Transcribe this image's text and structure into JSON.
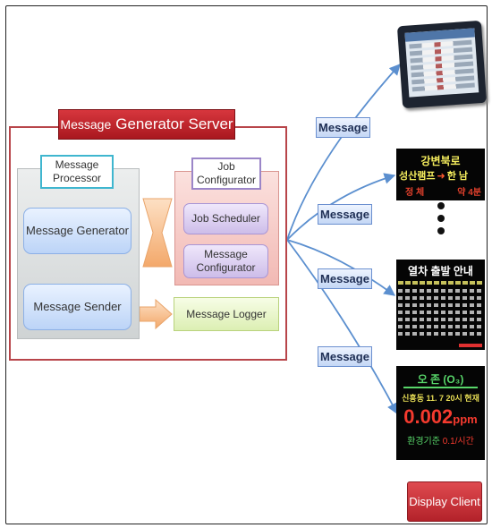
{
  "server": {
    "title_prefix": "Message",
    "title_main": "Generator Server",
    "message_processor": {
      "label": "Message Processor",
      "generator": "Message Generator",
      "sender": "Message Sender"
    },
    "job_configurator": {
      "label": "Job Configurator",
      "scheduler": "Job Scheduler",
      "configurator": "Message Configurator"
    },
    "logger": "Message Logger"
  },
  "message_labels": [
    "Message",
    "Message",
    "Message",
    "Message"
  ],
  "displays": {
    "bus_sign": {
      "line1": "강변북로",
      "line2_left": "성산램프",
      "arrow": "➜",
      "line2_right": "한 남",
      "line3_left": "정 체",
      "line3_right": "약 4분"
    },
    "train_board": {
      "title": "열차 출발 안내"
    },
    "air_quality": {
      "title": "오 존 (O₃)",
      "subtitle": "신흥동 11. 7 20시 현재",
      "value": "0.002",
      "unit": "ppm",
      "limit_label": "환경기준",
      "limit_value": "0.1/시간"
    }
  },
  "client_label": "Display Client",
  "colors": {
    "server_red": "#c1272d",
    "arrow_blue": "#5b8fcf",
    "processor_cyan": "#3fb6cf",
    "configurator_purple": "#9b86c8",
    "display_yellow": "#f7ef5e",
    "display_green": "#58d66a",
    "display_red": "#f43a2e"
  }
}
